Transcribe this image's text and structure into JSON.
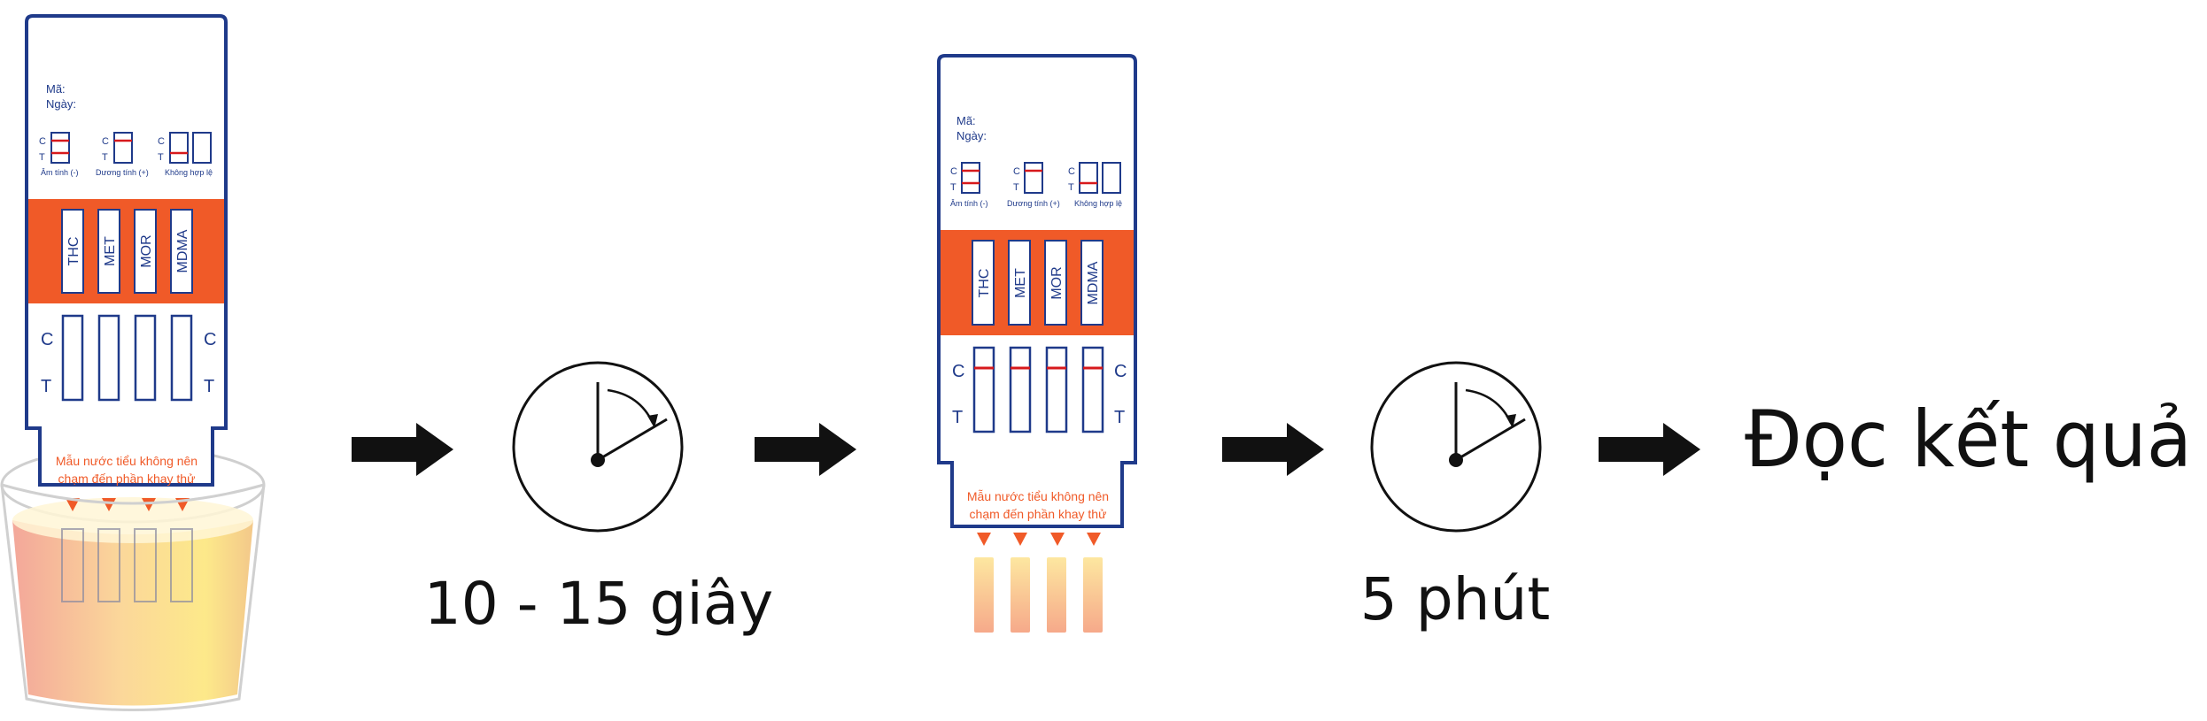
{
  "colors": {
    "navy": "#1f3a8a",
    "orange": "#f05a28",
    "red_line": "#d7191c",
    "black": "#111111",
    "urine_light": "#fff3b0",
    "urine_orange": "#f6b27a"
  },
  "card": {
    "code_label": "Mã:",
    "date_label": "Ngày:",
    "legend": {
      "c": "C",
      "t": "T",
      "negative": "Âm tính (-)",
      "positive": "Dương tính (+)",
      "invalid": "Không hợp lệ"
    },
    "drugs": [
      "THC",
      "MET",
      "MOR",
      "MDMA"
    ],
    "warning_line1": "Mẫu nước tiểu không nên",
    "warning_line2": "chạm đến phần khay thử"
  },
  "steps": {
    "step1_time": "10 - 15 giây",
    "step2_time": "5 phút",
    "result": "Đọc kết quả"
  },
  "icons": [
    "arrow-right-icon",
    "clock-icon",
    "arrow-right-icon",
    "arrow-right-icon",
    "clock-icon",
    "arrow-right-icon"
  ]
}
